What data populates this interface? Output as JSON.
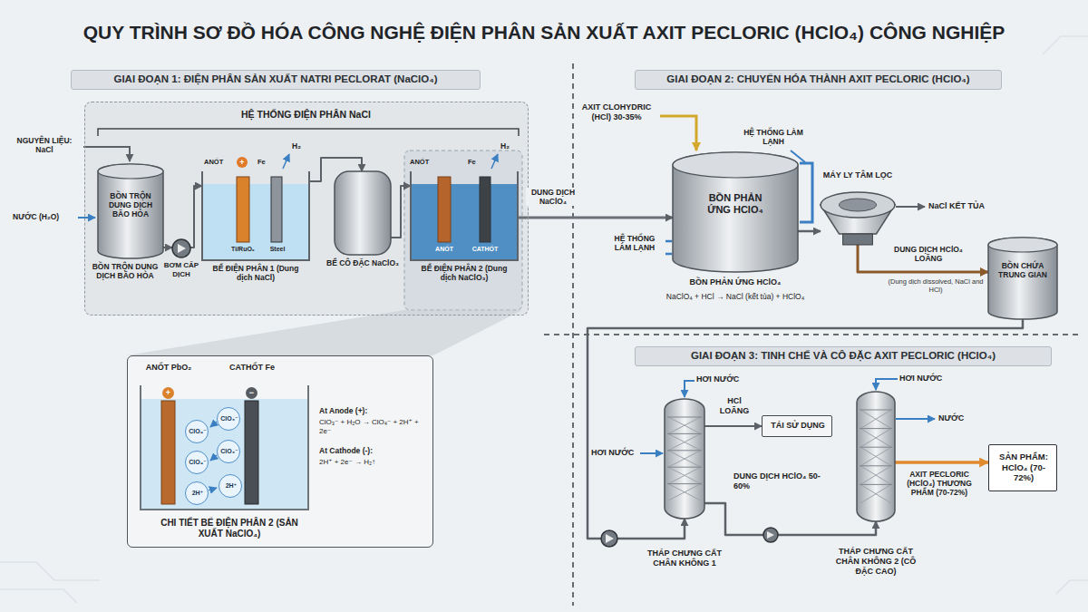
{
  "diagram": {
    "title": "QUY TRÌNH SƠ ĐỒ HÓA CÔNG NGHỆ ĐIỆN PHÂN SẢN XUẤT AXIT PECLORIC (HClO₄) CÔNG NGHIỆP",
    "nodes": [
      {
        "text": [
          "GIAI ĐOẠN 1: ĐIỆN PHÂN SẢN XUẤT NATRI PECLORAT (NaClO₄)"
        ]
      },
      {
        "text": [
          "HỆ THỐNG ĐIỆN PHÂN NaCl"
        ]
      },
      {
        "text": [
          "BỒN TRỘN DUNG DỊCH BÃO HÒA",
          "BỒN TRỘN DUNG DỊCH BÃO HÒA"
        ],
        "in": 1
      },
      {
        "text": [
          "BƠM CẤP DỊCH"
        ],
        "in": 1
      },
      {
        "text": [
          "Ti/RuO₂",
          "Steel",
          "BỂ ĐIỆN PHÂN 1 (Dung dịch NaCl)"
        ],
        "in": 1
      },
      {
        "text": [
          "BỂ CÔ ĐẶC NaClO₃"
        ],
        "in": 1
      },
      {
        "text": [
          "ANỐT",
          "CATHỐT",
          "BỂ ĐIỆN PHÂN 2 (Dung dịch NaClO₃)"
        ],
        "in": 1
      },
      {
        "text": [
          "CHI TIẾT BỂ ĐIỆN PHÂN 2 (SẢN XUẤT NaClO₄)"
        ]
      },
      {
        "text": [
          "ClO₃⁻"
        ],
        "in": 7
      },
      {
        "text": [
          "ClO₄⁻"
        ],
        "in": 7
      },
      {
        "text": [
          "ClO₄⁻"
        ],
        "in": 7
      },
      {
        "text": [
          "ClO₃⁻"
        ],
        "in": 7
      },
      {
        "text": [
          "2H⁺"
        ],
        "in": 7
      },
      {
        "text": [
          "2H⁺"
        ],
        "in": 7
      },
      {
        "text": [
          "GIAI ĐOẠN 2: CHUYỂN HÓA THÀNH AXIT PECLORIC (HClO₄)"
        ]
      },
      {
        "text": [
          "BỒN PHẢN ỨNG HClO₄",
          "BỒN PHẢN ỨNG HClO₄",
          "NaClO₄ + HCl → NaCl (kết tủa) + HClO₄"
        ]
      },
      {
        "text": [
          "MÁY LY TÂM LỌC"
        ]
      },
      {
        "text": [
          "BỒN CHỨA TRUNG GIAN"
        ]
      },
      {
        "text": [
          "GIAI ĐOẠN 3: TINH CHẾ VÀ CÔ ĐẶC AXIT PECLORIC (HClO₄)"
        ]
      },
      {
        "text": [
          "THÁP CHƯNG CẤT CHÂN KHÔNG 1"
        ]
      },
      {
        "text": [
          "TÁI SỬ DỤNG"
        ]
      },
      {
        "text": [
          "THÁP CHƯNG CẤT CHÂN KHÔNG 2 (CÔ ĐẶC CAO)"
        ]
      },
      {
        "text": [
          "SẢN PHẨM: HClO₄ (70-72%)"
        ]
      }
    ],
    "edges": [
      {
        "from": 2,
        "to": 3,
        "arrow": "to"
      },
      {
        "from": 3,
        "to": 4,
        "arrow": "to"
      },
      {
        "from": 4,
        "to": 5,
        "arrow": "to"
      },
      {
        "from": 5,
        "to": 6,
        "arrow": "to"
      },
      {
        "from": 6,
        "to": 15,
        "label": "DUNG DỊCH NaClO₄",
        "arrow": "to"
      },
      {
        "from": 15,
        "to": 16,
        "arrow": "to"
      },
      {
        "from": 16,
        "to": 17,
        "label": "DUNG DỊCH HClO₄ LOÃNG",
        "arrow": "to"
      },
      {
        "from": 17,
        "to": 19,
        "arrow": "to"
      },
      {
        "from": 19,
        "to": 21,
        "label": "DUNG DỊCH HClO₄ 50-60%",
        "arrow": "to"
      },
      {
        "from": 19,
        "to": 20,
        "label": "HCl LOÃNG",
        "arrow": "to"
      },
      {
        "from": 21,
        "to": 22,
        "label": "AXIT PECLORIC (HClO₄) THƯƠNG PHẨM (70-72%)",
        "arrow": "to"
      }
    ],
    "labels": [
      "NGUYÊN LIỆU: NaCl",
      "NƯỚC (H₂O)",
      "ANỐT",
      "+",
      "Fe",
      "H₂",
      "ANỐT",
      "Fe",
      "H₂",
      "ANỐT PbO₂",
      "+",
      "CATHỐT Fe",
      "−",
      "At Anode (+):",
      "ClO₃⁻ + H₂O → ClO₄⁻ + 2H⁺ + 2e⁻",
      "At Cathode (-):",
      "2H⁺ + 2e⁻ → H₂↑",
      "AXIT CLOHYDRIC (HCl) 30-35%",
      "HỆ THỐNG LÀM LẠNH",
      "HỆ THỐNG LÀM LẠNH",
      "NaCl KẾT TỦA",
      "(Dung dịch dissolved, NaCl and HCl)",
      "HƠI NƯỚC",
      "HƠI NƯỚC",
      "HƠI NƯỚC",
      "NƯỚC"
    ]
  }
}
